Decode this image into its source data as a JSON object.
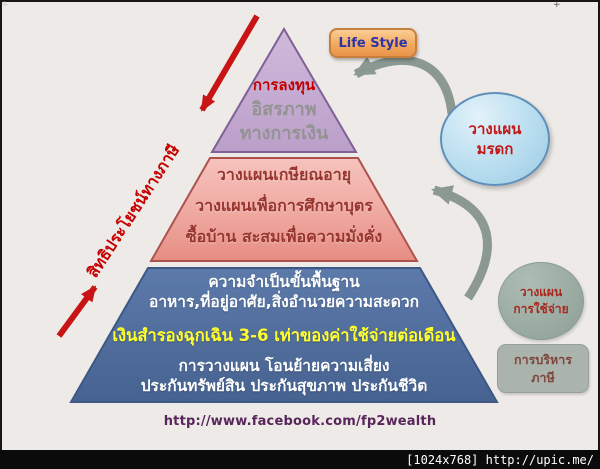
{
  "page": {
    "background": "#EDEAE7",
    "footer_url": "http://www.facebook.com/fp2wealth",
    "watermark": "[1024x768] http://upic.me/"
  },
  "lifestyle_badge": {
    "label": "Life Style"
  },
  "tax_benefit_arrow": {
    "label": "สิทธิประโยชน์ทางภาษี",
    "color": "#C40000"
  },
  "pyramid": {
    "top_band": {
      "fill_top": "#D0B9DB",
      "fill_bottom": "#BB9FC9",
      "border": "#7F6196",
      "title": "การลงทุน",
      "line1": "อิสรภาพ",
      "line2": "ทางการเงิน"
    },
    "middle_band": {
      "fill_top": "#F6C3BD",
      "fill_bottom": "#E68D84",
      "border": "#AD534E",
      "line1": "วางแผนเกษียณอายุ",
      "line2": "วางแผนเพื่อการศึกษาบุตร",
      "line3": "ซื้อบ้าน สะสมเพื่อความมั่งคั่ง"
    },
    "bottom_band": {
      "fill_top": "#5C7AAA",
      "fill_bottom": "#466290",
      "border": "#3E5885",
      "line1": "ความจำเป็นขั้นพื้นฐาน",
      "line2": "อาหาร,ที่อยู่อาศัย,สิ่งอำนวยความสะดวก",
      "line3": "เงินสำรองฉุกเฉิน 3-6 เท่าของค่าใช้จ่ายต่อเดือน",
      "line4": "การวางแผน โอนย้ายความเสี่ยง",
      "line5": "ประกันทรัพย์สิน ประกันสุขภาพ ประกันชีวิต",
      "emergency_text_color": "#FFFF2E"
    }
  },
  "callouts": {
    "estate": {
      "line1": "วางแผน",
      "line2": "มรดก",
      "fill": "#B8DDEF",
      "text_color": "#C11717"
    },
    "spending": {
      "line1": "วางแผน",
      "line2": "การใช้จ่าย",
      "fill": "#97A89E",
      "text_color": "#A8281E"
    },
    "tax_admin": {
      "line1": "การบริหาร",
      "line2": "ภาษี",
      "fill": "#ABB3AD",
      "text_color": "#7E453B"
    }
  },
  "arrows": {
    "red": "#C81414",
    "gray": "#8B9992"
  },
  "crop_marks": {
    "top_left": "+",
    "top_right": "+"
  }
}
